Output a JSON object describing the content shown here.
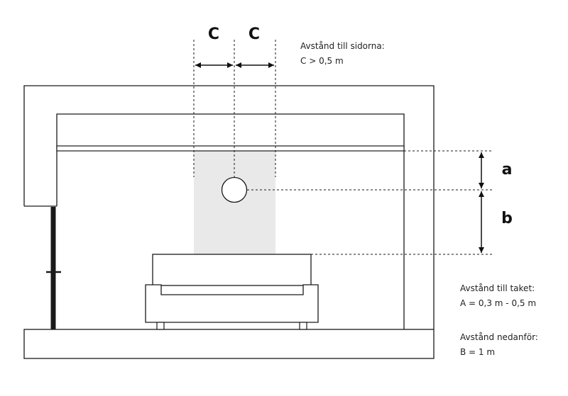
{
  "labels": {
    "c_left": "C",
    "c_right": "C",
    "a": "a",
    "b": "b"
  },
  "notes": {
    "sides": {
      "heading": "Avstånd till sidorna:",
      "value": "C > 0,5 m"
    },
    "ceiling": {
      "heading": "Avstånd till taket:",
      "value": "A = 0,3 m - 0,5 m"
    },
    "below": {
      "heading": "Avstånd nedanför:",
      "value": "B = 1 m"
    }
  },
  "colors": {
    "line": "#1a1a1a",
    "zone": "#e9e9e9",
    "text": "#222222"
  }
}
